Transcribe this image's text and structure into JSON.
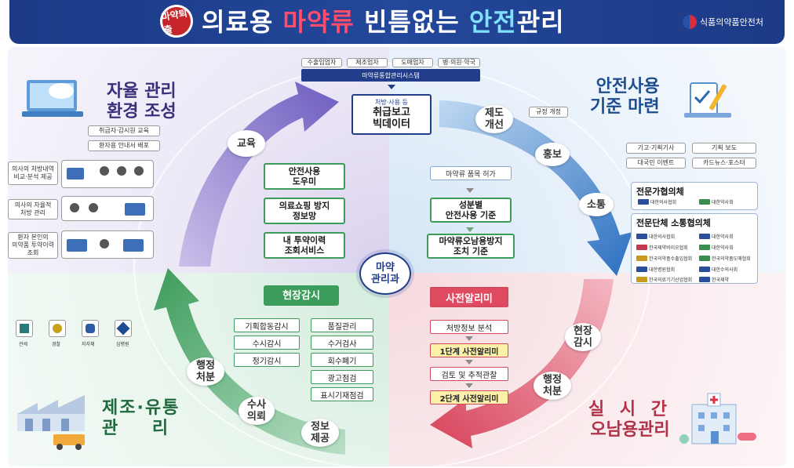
{
  "header": {
    "emblem_text": "마약퇴출",
    "title_part1": "의료용 ",
    "title_part2": "마약류",
    "title_part3": " 빈틈없는 ",
    "title_part4": "안전",
    "title_part5": "관리",
    "agency": "식품의약품안전처"
  },
  "colors": {
    "navy": "#1c3a86",
    "purple": "#7b6bc4",
    "blue": "#2c6ab0",
    "green": "#3c9c5b",
    "red": "#e04a60"
  },
  "center": {
    "top_categories": [
      "수출입업자",
      "제조업자",
      "도매업자",
      "병·의원·약국"
    ],
    "system": "마약류통합관리시스템",
    "box_small": "처방·사용 등",
    "box_line1": "취급보고",
    "box_line2": "빅데이터",
    "hub": "마약\n관리과"
  },
  "top_left": {
    "title_line1": "자율 관리",
    "title_line2": "환경 조성",
    "arrow_label": "교육",
    "edu_items": [
      "취급자·감시원 교육",
      "환자용 안내서 배포"
    ],
    "left_labels": [
      "의사의 처방내역\n비교·분석 제공",
      "의사의 자율적\n처방 관리",
      "환자 본인의\n의약품 투약이력\n조회"
    ],
    "green_boxes": [
      "안전사용\n도우미",
      "의료쇼핑 방지\n정보망",
      "내 투약이력\n조회서비스"
    ]
  },
  "top_right": {
    "title_line1": "안전사용",
    "title_line2": "기준 마련",
    "arrow_labels": [
      "제도\n개선",
      "홍보",
      "소통"
    ],
    "regulation": "규정 개정",
    "flow": [
      "마약류 품목 허가",
      "성분별\n안전사용 기준",
      "마약류오남용방지\n조치 기준"
    ],
    "promo_items": [
      "기고·기획기사",
      "기획 보도",
      "대국민 이벤트",
      "카드뉴스·포스터"
    ],
    "council_title": "전문가협의체",
    "council_orgs": [
      "대한의사협회",
      "대한약사회"
    ],
    "group_title": "전문단체 소통협의체",
    "group_orgs": [
      "대한의사협회",
      "대한약사회",
      "한국제약바이오협회",
      "대한약사회",
      "한국의약품수출입협회",
      "한국의약품도매협회",
      "대한병원협회",
      "대한수의사회",
      "한국의료기기산업협회",
      "한국제약"
    ]
  },
  "bottom_left": {
    "title_line1": "제조·유통",
    "title_line2": "관 리",
    "arrow_labels": [
      "행정\n처분",
      "수사\n의뢰",
      "정보\n제공"
    ],
    "head": "현장감시",
    "left_col": [
      "기획합동감시",
      "수시감시",
      "정기감시"
    ],
    "right_col": [
      "품질관리",
      "수거검사",
      "회수폐기",
      "광고점검",
      "표시기재점검"
    ],
    "agency_icons": [
      "관세",
      "경찰",
      "지자체",
      "심평원"
    ]
  },
  "bottom_right": {
    "title_line1": "실 시 간",
    "title_line2": "오남용관리",
    "arrow_labels": [
      "현장\n감시",
      "행정\n처분"
    ],
    "head": "사전알리미",
    "flow": [
      "처방정보 분석",
      "1단계 사전알리미",
      "검토 및 추적관찰",
      "2단계 사전알리미"
    ]
  }
}
